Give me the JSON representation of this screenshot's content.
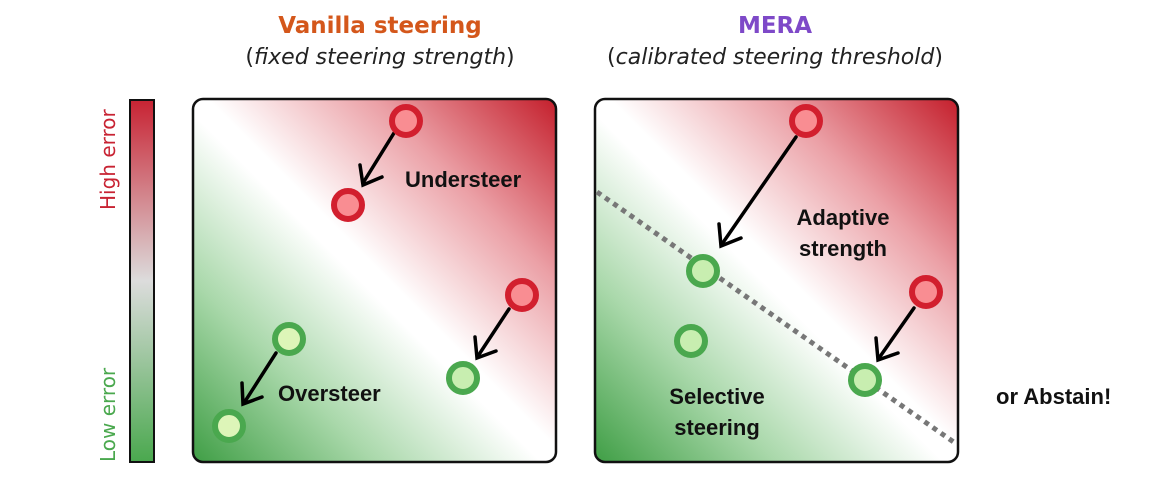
{
  "left_panel": {
    "title": "Vanilla steering",
    "subtitle": "fixed steering strength",
    "labels": {
      "top": "Understeer",
      "bottom": "Oversteer"
    }
  },
  "right_panel": {
    "title": "MERA",
    "subtitle": "calibrated steering threshold",
    "labels": {
      "top_line1": "Adaptive",
      "top_line2": "strength",
      "bottom_line1": "Selective",
      "bottom_line2": "steering"
    }
  },
  "colorbar": {
    "top_label": "High error",
    "bottom_label": "Low error"
  },
  "abstain_label": "or Abstain!",
  "colors": {
    "vanilla_title": "#d4571b",
    "mera_title": "#7e49c8",
    "high_error": "#c82333",
    "low_error": "#4aa84e",
    "threshold_line": "#777777"
  }
}
